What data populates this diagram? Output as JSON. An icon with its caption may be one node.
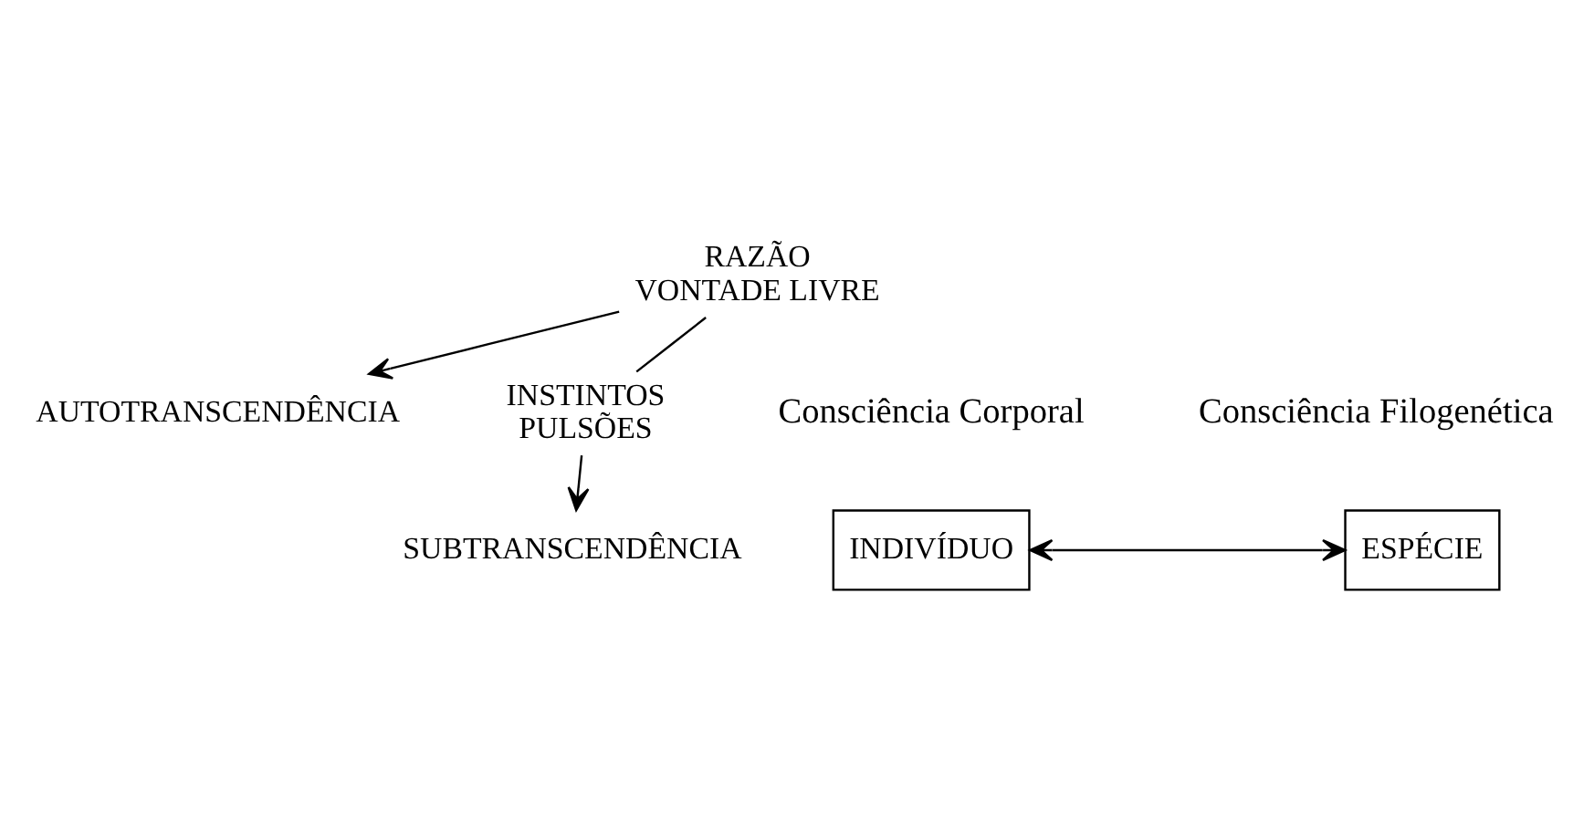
{
  "diagram": {
    "nodes": [
      {
        "text": [
          "AUTOTRANSCENDÊNCIA"
        ]
      },
      {
        "text": [
          "RAZÃO VONTADE LIVRE"
        ]
      },
      {
        "text": [
          "INDIVÍDUO"
        ]
      },
      {
        "text": [
          "ESPÉCIE"
        ]
      },
      {
        "text": [
          "INSTINTOS PULSÕES"
        ]
      },
      {
        "text": [
          "SUBTRANSCENDÊNCIA"
        ]
      }
    ],
    "edges": [
      {
        "from": 1,
        "to": 0,
        "arrow": "to"
      },
      {
        "from": 2,
        "to": 3,
        "arrow": "both"
      },
      {
        "from": 1,
        "to": 4,
        "arrow": "none"
      },
      {
        "from": 4,
        "to": 5,
        "arrow": "to"
      }
    ],
    "labels": [
      "Consciência Corporal",
      "Consciência Filogenética"
    ]
  }
}
